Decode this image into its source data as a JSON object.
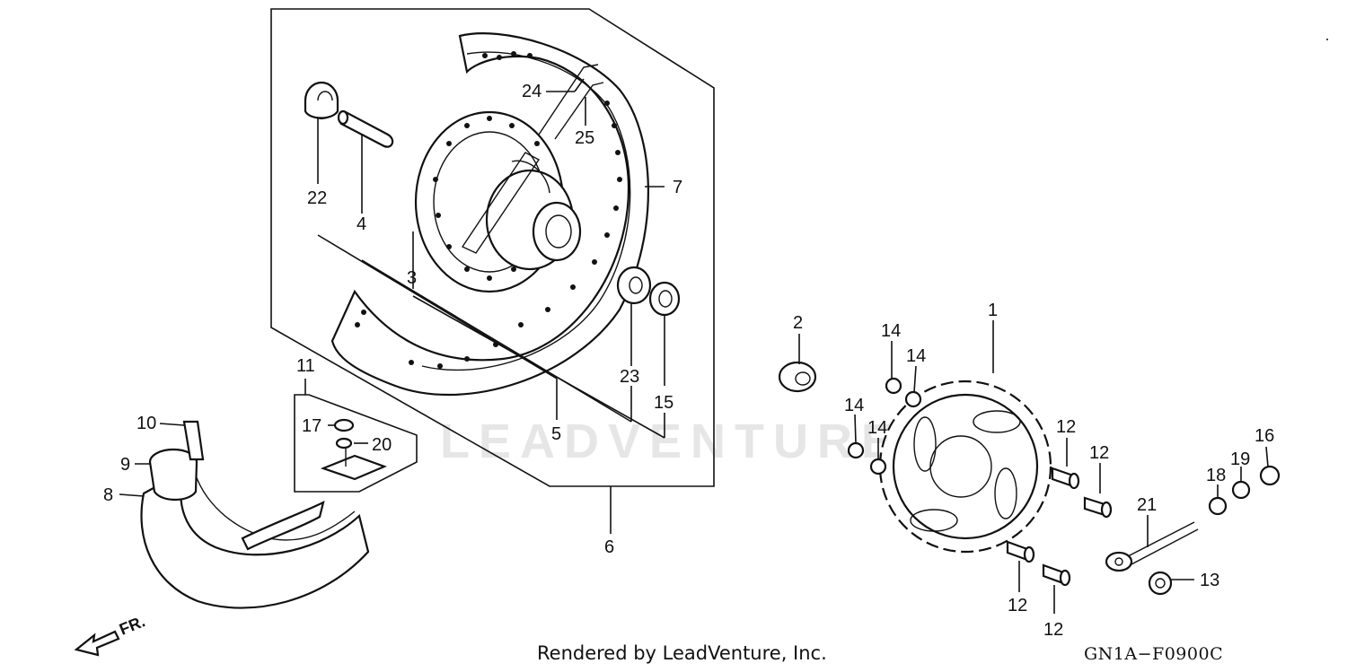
{
  "watermark": "LEADVENTURE",
  "footer": {
    "rendered_by": "Rendered by LeadVenture, Inc.",
    "diagram_code": "GN1A−F0900C"
  },
  "direction_indicator": "FR.",
  "callouts": {
    "c1": "1",
    "c2": "2",
    "c3": "3",
    "c4": "4",
    "c5": "5",
    "c6": "6",
    "c7": "7",
    "c8": "8",
    "c9": "9",
    "c10": "10",
    "c11": "11",
    "c12a": "12",
    "c12b": "12",
    "c12c": "12",
    "c12d": "12",
    "c13": "13",
    "c14a": "14",
    "c14b": "14",
    "c14c": "14",
    "c14d": "14",
    "c15": "15",
    "c16": "16",
    "c17": "17",
    "c18": "18",
    "c19": "19",
    "c20": "20",
    "c21": "21",
    "c22": "22",
    "c23": "23",
    "c24": "24",
    "c25": "25"
  }
}
